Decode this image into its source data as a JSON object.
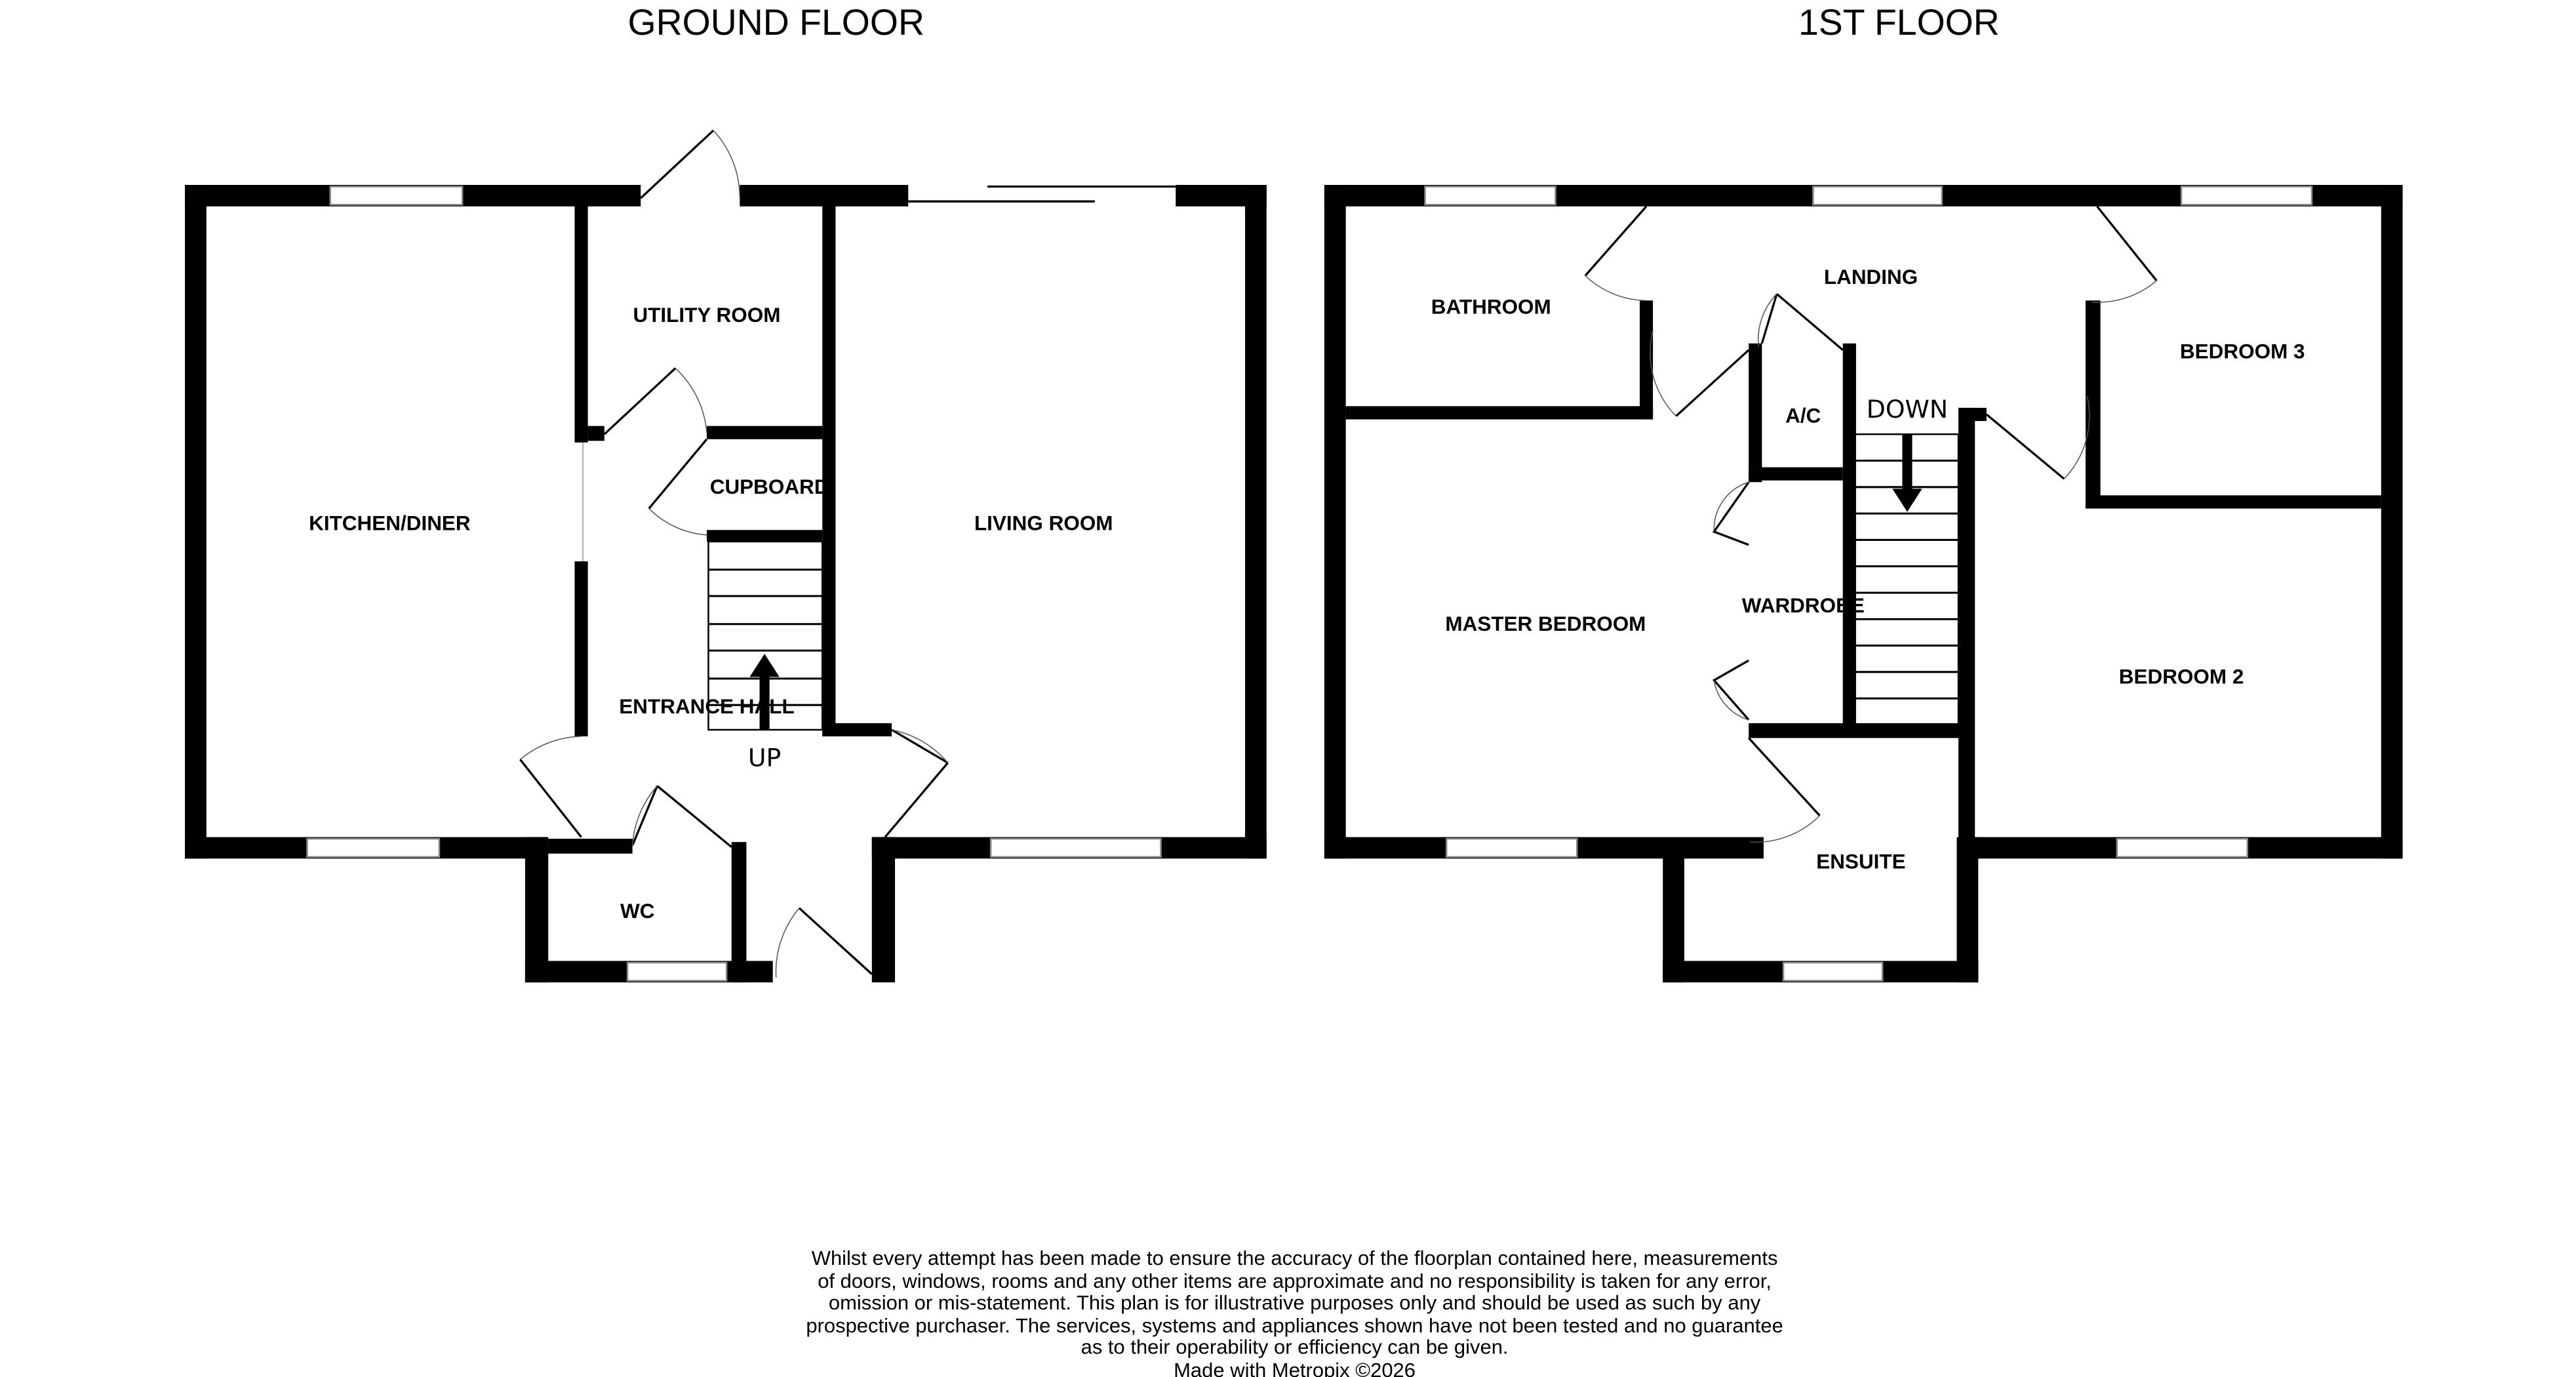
{
  "ground_floor": {
    "title": "GROUND FLOOR",
    "rooms": {
      "kitchen": "KITCHEN/DINER",
      "utility": "UTILITY ROOM",
      "cupboard": "CUPBOARD",
      "living": "LIVING ROOM",
      "hall": "ENTRANCE HALL",
      "wc": "WC"
    },
    "stair_label": "UP"
  },
  "first_floor": {
    "title": "1ST FLOOR",
    "rooms": {
      "bathroom": "BATHROOM",
      "landing": "LANDING",
      "ac": "A/C",
      "bedroom3": "BEDROOM 3",
      "master": "MASTER BEDROOM",
      "wardrobe": "WARDROBE",
      "bedroom2": "BEDROOM 2",
      "ensuite": "ENSUITE"
    },
    "stair_label": "DOWN"
  },
  "disclaimer": {
    "lines": [
      "Whilst every attempt has been made to ensure the accuracy of the floorplan contained here, measurements",
      "of doors, windows, rooms and any other items are approximate and no responsibility is taken for any error,",
      "omission or mis-statement. This plan is for illustrative purposes only and should be used as such by any",
      "prospective purchaser. The services, systems and appliances shown have not been tested and no guarantee",
      "as to their operability or efficiency can be given."
    ],
    "credit": "Made with Metropix ©2026"
  }
}
